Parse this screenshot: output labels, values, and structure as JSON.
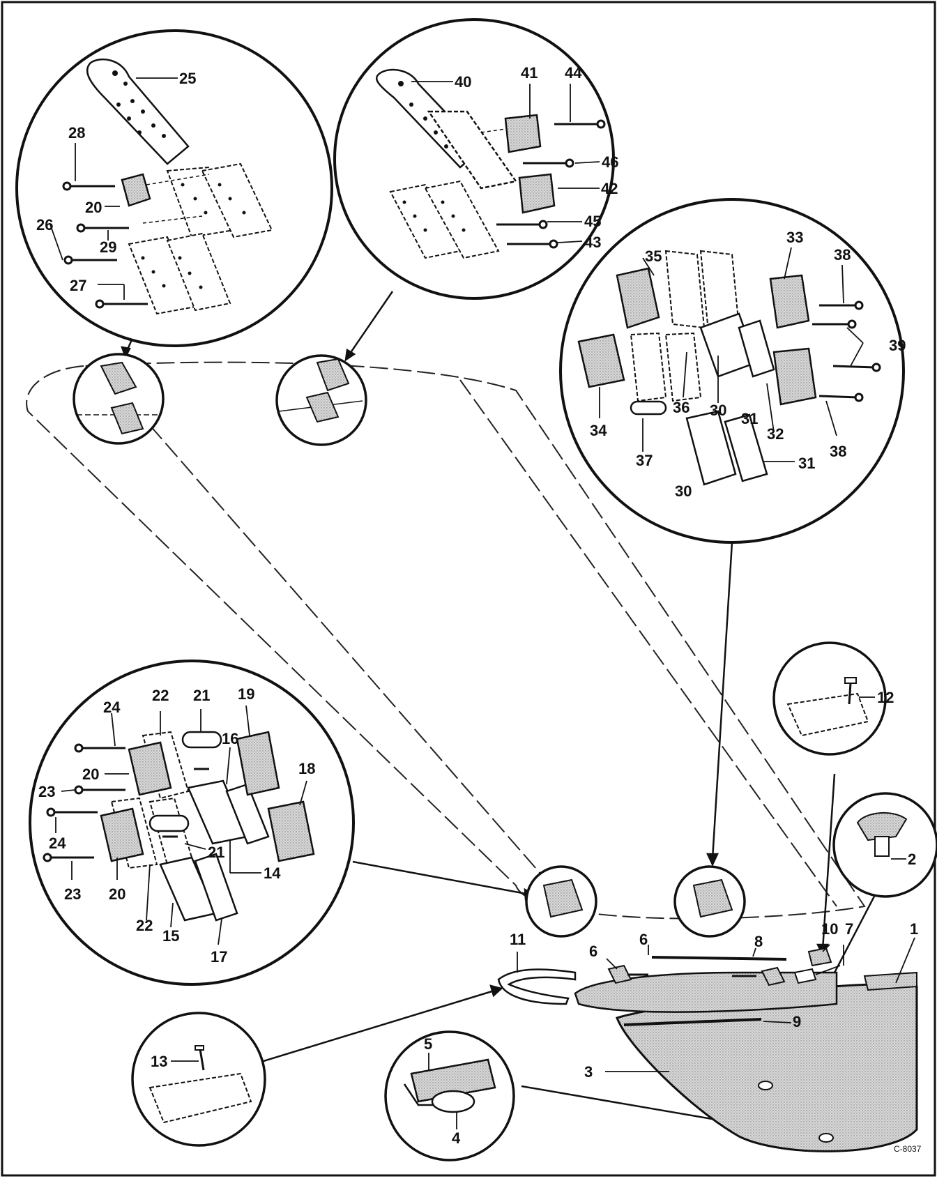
{
  "figure": {
    "code": "C-8037",
    "callouts": {
      "top_left": [
        "25",
        "28",
        "20",
        "26",
        "29",
        "27"
      ],
      "top_middle": [
        "40",
        "41",
        "44",
        "46",
        "42",
        "45",
        "43"
      ],
      "right": [
        "35",
        "33",
        "38",
        "39",
        "34",
        "36",
        "30",
        "31",
        "32",
        "37",
        "38",
        "31",
        "30"
      ],
      "bottom_left": [
        "24",
        "22",
        "21",
        "19",
        "16",
        "18",
        "20",
        "23",
        "24",
        "21",
        "14",
        "23",
        "20",
        "22",
        "15",
        "17"
      ],
      "small_right": [
        "12"
      ],
      "small_far_right": [
        "2"
      ],
      "wing": [
        "11",
        "6",
        "6",
        "8",
        "10",
        "7",
        "1",
        "9",
        "3"
      ],
      "bottom_small_left": [
        "13"
      ],
      "bottom_small_middle": [
        "5",
        "4"
      ]
    }
  }
}
